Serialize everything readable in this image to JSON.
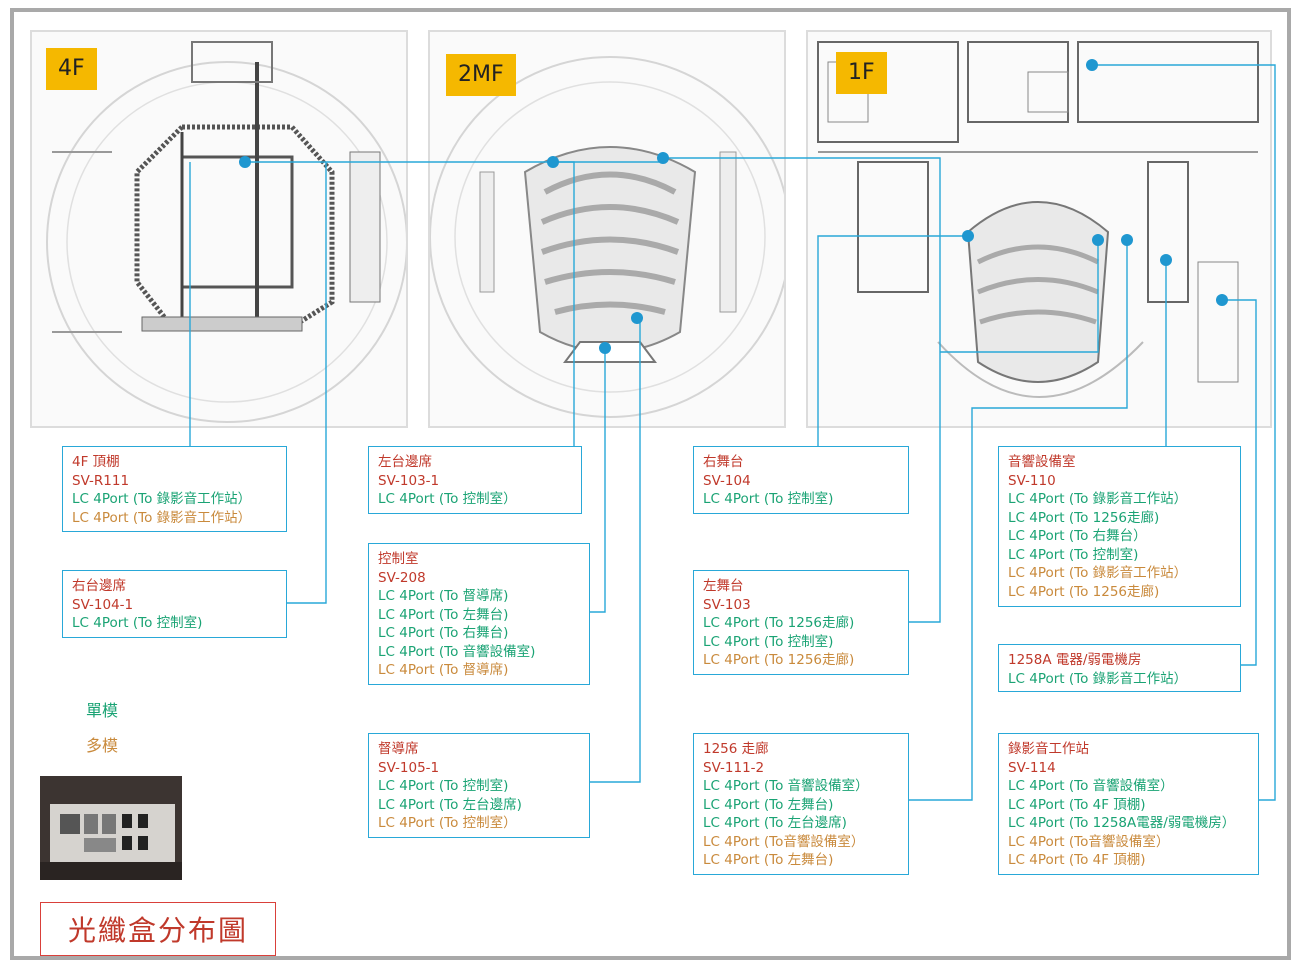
{
  "floors": {
    "f4": "4F",
    "f2": "2MF",
    "f1": "1F"
  },
  "boxes": {
    "b4f": {
      "title": "4F 頂棚",
      "code": "SV-R111",
      "lines": [
        "LC 4Port (To 錄影音工作站）",
        "LC 4Port (To 錄影音工作站）"
      ]
    },
    "bright": {
      "title": "右台邊席",
      "code": "SV-104-1",
      "lines": [
        "LC 4Port (To 控制室)"
      ]
    },
    "bleftseat": {
      "title": "左台邊席",
      "code": "SV-103-1",
      "lines": [
        "LC 4Port (To 控制室）"
      ]
    },
    "bcontrol": {
      "title": "控制室",
      "code": "SV-208",
      "lines": [
        "LC 4Port (To 督導席)",
        "LC 4Port (To 左舞台)",
        "LC 4Port (To 右舞台)",
        "LC 4Port (To 音響設備室)",
        "LC 4Port (To 督導席)"
      ]
    },
    "bsuper": {
      "title": "督導席",
      "code": "SV-105-1",
      "lines": [
        "LC 4Port (To 控制室)",
        "LC 4Port (To 左台邊席)",
        "LC 4Port (To 控制室）"
      ]
    },
    "brstage": {
      "title": "右舞台",
      "code": "SV-104",
      "lines": [
        "LC 4Port (To 控制室)"
      ]
    },
    "blstage": {
      "title": "左舞台",
      "code": "SV-103",
      "lines": [
        "LC 4Port (To 1256走廊)",
        "LC 4Port (To 控制室)",
        "LC 4Port (To 1256走廊)"
      ]
    },
    "bcorr": {
      "title": "1256 走廊",
      "code": "SV-111-2",
      "lines": [
        "LC 4Port (To 音響設備室）",
        "LC 4Port (To 左舞台)",
        "LC 4Port (To 左台邊席)",
        "LC 4Port (To音響設備室）",
        "LC 4Port (To 左舞台)"
      ]
    },
    "baudio": {
      "title": "音響設備室",
      "code": "SV-110",
      "lines": [
        "LC 4Port (To 錄影音工作站）",
        "LC 4Port (To 1256走廊)",
        "LC 4Port (To 右舞台）",
        "LC 4Port (To 控制室)",
        "LC 4Port (To 錄影音工作站）",
        "LC 4Port (To 1256走廊)"
      ]
    },
    "belec": {
      "title": "1258A 電器/弱電機房",
      "code": "",
      "lines": [
        "LC 4Port (To 錄影音工作站）"
      ]
    },
    "bav": {
      "title": "錄影音工作站",
      "code": "SV-114",
      "lines": [
        "LC 4Port (To 音響設備室）",
        "LC 4Port (To 4F 頂棚)",
        "LC 4Port (To 1258A電器/弱電機房）",
        "LC 4Port (To音響設備室）",
        "LC 4Port (To 4F 頂棚)"
      ]
    }
  },
  "legend": {
    "single": "單模",
    "multi": "多模"
  },
  "title": "光纖盒分布圖",
  "colors": {
    "label": "#c0392b",
    "single_mode": "#1aa374",
    "multi_mode": "#c98a3c",
    "connector": "#29a8d8",
    "floor_tag": "#f5b800"
  }
}
